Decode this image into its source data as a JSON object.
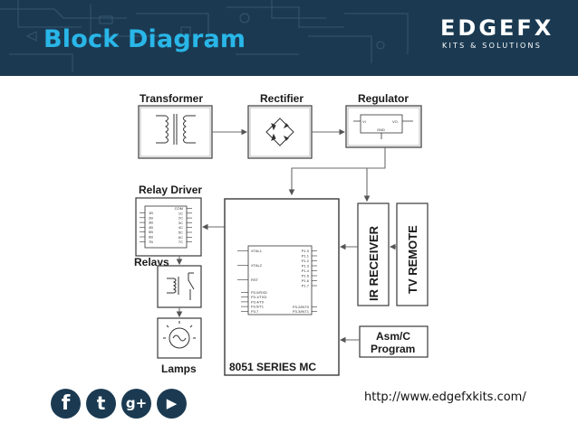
{
  "header": {
    "title": "Block Diagram",
    "logo_main": "EDGEFX",
    "logo_sub": "KITS & SOLUTIONS"
  },
  "blocks": {
    "transformer": "Transformer",
    "rectifier": "Rectifier",
    "regulator": "Regulator",
    "relay_driver": "Relay Driver",
    "relays": "Relays",
    "lamps": "Lamps",
    "mcu": "8051 SERIES MC",
    "ir_receiver": "IR RECEIVER",
    "tv_remote": "TV REMOTE",
    "program_line1": "Asm/C",
    "program_line2": "Program"
  },
  "mcu_pins_left": [
    "XTAL1",
    "XTAL2",
    "RST",
    "P3.0/RXD",
    "P3.1/TXD",
    "P3.4/T0",
    "P3.5/T1",
    "P3.7"
  ],
  "mcu_pins_right": [
    "P1.0",
    "P1.1",
    "P1.2",
    "P1.3",
    "P1.4",
    "P1.5",
    "P1.6",
    "P1.7",
    "P3.2/INT0",
    "P3.3/INT1"
  ],
  "regulator_pins": {
    "vi": "VI",
    "vo": "VO",
    "gnd": "GND"
  },
  "relay_driver_pins": [
    "1B",
    "2B",
    "3B",
    "4B",
    "5B",
    "6B",
    "7B"
  ],
  "relay_driver_outputs": [
    "COM",
    "1C",
    "2C",
    "3C",
    "4C",
    "5C",
    "6C",
    "7C"
  ],
  "social": [
    {
      "name": "facebook",
      "glyph": "f"
    },
    {
      "name": "twitter",
      "glyph": "t"
    },
    {
      "name": "google-plus",
      "glyph": "g+"
    },
    {
      "name": "youtube",
      "glyph": "▶"
    }
  ],
  "footer": {
    "url": "http://www.edgefxkits.com/"
  },
  "colors": {
    "header_bg": "#1b3a52",
    "title": "#29b6e8",
    "line": "#6b6b6b",
    "block": "#3a3a3a"
  }
}
